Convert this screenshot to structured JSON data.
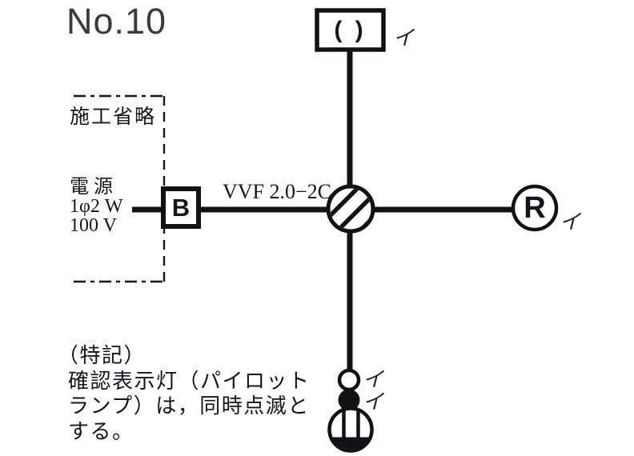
{
  "title": "No.10",
  "dashed_region": {
    "label": "施工省略"
  },
  "power": {
    "line1": "電 源",
    "line2": "1φ2 W",
    "line3": "100 V"
  },
  "breaker": {
    "label": "B"
  },
  "cable": {
    "label": "VVF 2.0−2C"
  },
  "ceiling_rosette": {
    "symbol": "( )",
    "circuit_mark": "イ"
  },
  "lamp_receptacle": {
    "label": "R",
    "circuit_mark": "イ"
  },
  "pilot_lamp": {
    "circuit_mark": "イ"
  },
  "switch": {
    "circuit_mark": "イ"
  },
  "junction_box": {
    "type": "hatched-circle"
  },
  "outlet": {
    "type": "wall-outlet"
  },
  "notes": {
    "heading": "（特記）",
    "lines": [
      "確認表示灯（パイロット",
      "ランプ）は，同時点滅と",
      "する。"
    ]
  },
  "colors": {
    "ink": "#15151f",
    "title_text": "#3a3a3a",
    "background": "#ffffff"
  }
}
